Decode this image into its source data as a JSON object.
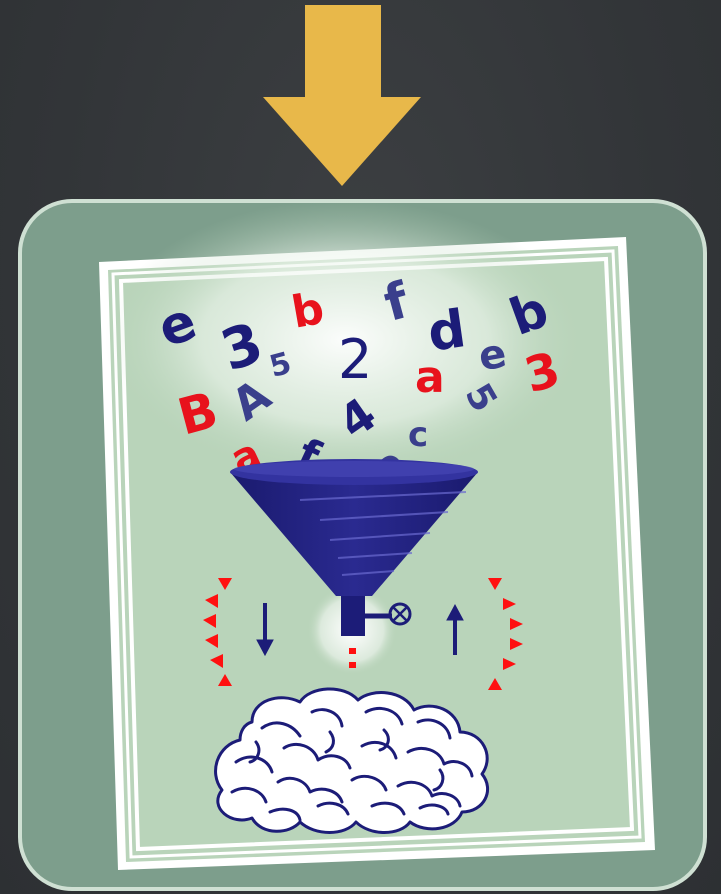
{
  "colors": {
    "background": "#34373a",
    "arrow": "#e8b84a",
    "panel": "#7d9e8c",
    "panel_border": "#cfe0d3",
    "paper": "#b9d4ba",
    "paper_border": "#ffffff",
    "funnel": "#202080",
    "letter_navy": "#1c1c78",
    "letter_red": "#e8121c",
    "letter_slate": "#3a3f8c",
    "arrow_marks": "#ff1010",
    "brain": "#ffffff",
    "brain_outline": "#1c1c78"
  },
  "letters": {
    "l1": "e",
    "l2": "3",
    "l3": "b",
    "l4": "f",
    "l5": "d",
    "l6": "b",
    "l7": "5",
    "l8": "2",
    "l9": "A",
    "l10": "e",
    "l11": "3",
    "l12": "a",
    "l13": "B",
    "l14": "4",
    "l15": "5",
    "l16": "a",
    "l17": "f",
    "l18": "c",
    "l19": "e"
  },
  "icons": {
    "down_arrow": "arrow-down-icon",
    "funnel": "funnel-icon",
    "valve": "valve-icon",
    "brain": "brain-icon"
  }
}
